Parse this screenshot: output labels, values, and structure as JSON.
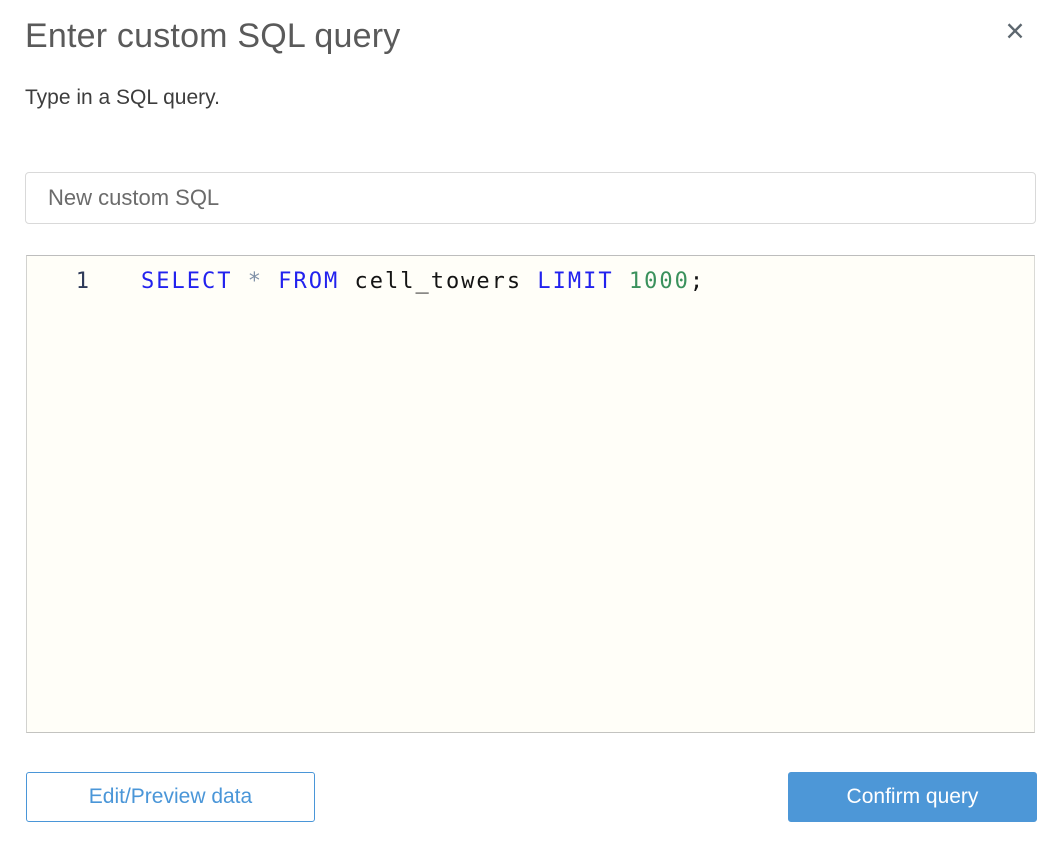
{
  "dialog": {
    "title": "Enter custom SQL query",
    "subtitle": "Type in a SQL query.",
    "close_icon": "×"
  },
  "name_input": {
    "value": "New custom SQL"
  },
  "editor": {
    "line_number": "1",
    "code_text": "SELECT * FROM cell_towers LIMIT 1000;",
    "tokens": [
      {
        "text": "SELECT",
        "type": "keyword"
      },
      {
        "text": " ",
        "type": "plain"
      },
      {
        "text": "*",
        "type": "operator"
      },
      {
        "text": " ",
        "type": "plain"
      },
      {
        "text": "FROM",
        "type": "keyword"
      },
      {
        "text": " ",
        "type": "plain"
      },
      {
        "text": "cell_towers",
        "type": "identifier"
      },
      {
        "text": " ",
        "type": "plain"
      },
      {
        "text": "LIMIT",
        "type": "keyword"
      },
      {
        "text": " ",
        "type": "plain"
      },
      {
        "text": "1000",
        "type": "number"
      },
      {
        "text": ";",
        "type": "plain"
      }
    ],
    "syntax_colors": {
      "keyword": "#2222ee",
      "operator": "#8091a7",
      "identifier": "#141414",
      "number": "#3a915c",
      "plain": "#141414"
    },
    "line_number_color": "#2e3a59",
    "background_color": "#fffef8"
  },
  "buttons": {
    "edit_preview": "Edit/Preview data",
    "confirm": "Confirm query"
  },
  "colors": {
    "accent_blue": "#4a96d8",
    "primary_button_fill": "#4d97d7",
    "title_gray": "#5a5a5a"
  }
}
